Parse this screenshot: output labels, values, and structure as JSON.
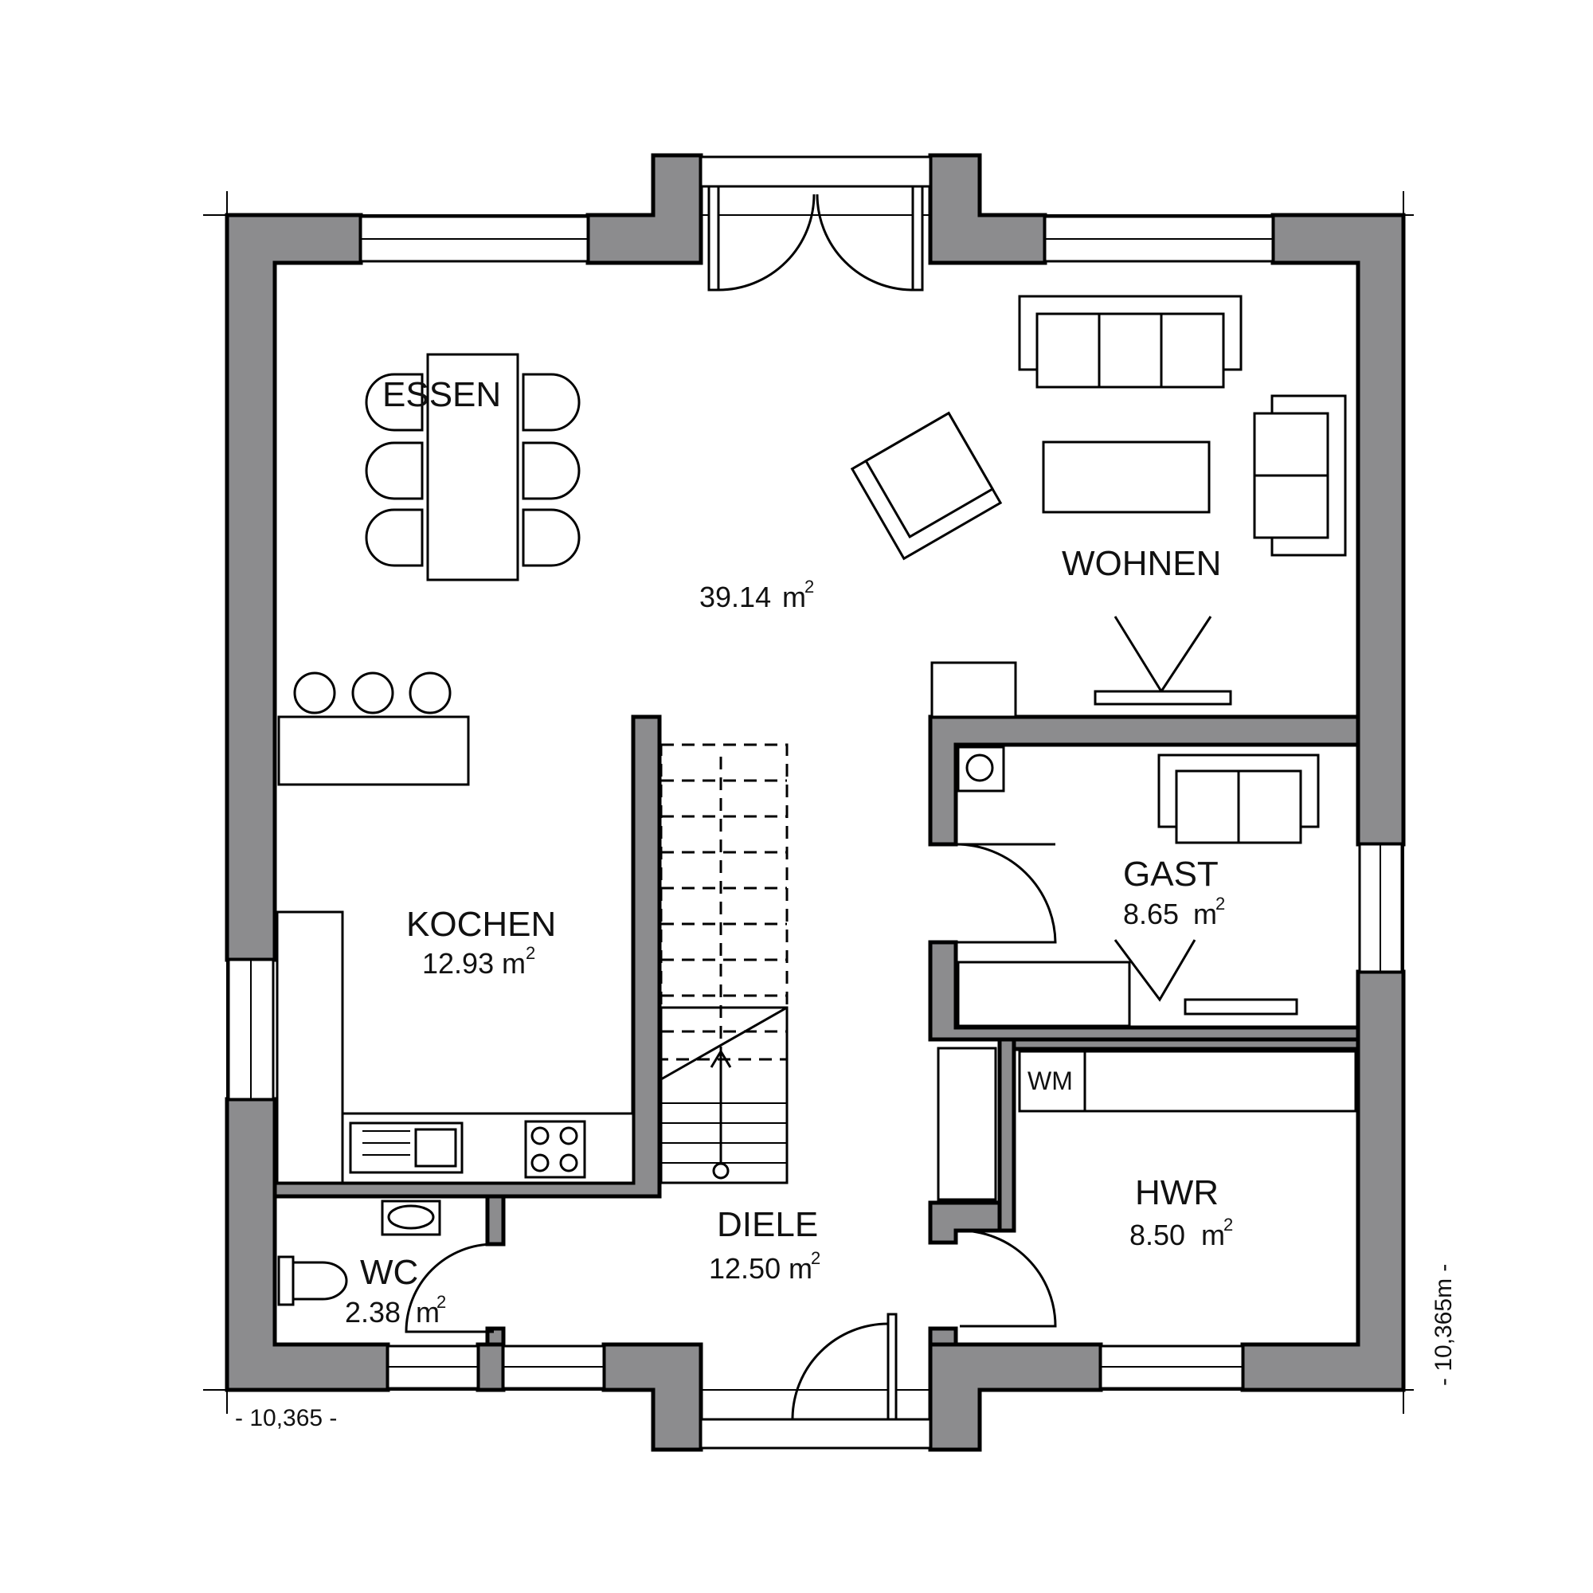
{
  "rooms": {
    "essen": {
      "name": "ESSEN"
    },
    "wohnen": {
      "name": "WOHNEN",
      "area": "39.14",
      "unit": "m",
      "unit_sup": "2"
    },
    "kochen": {
      "name": "KOCHEN",
      "area": "12.93",
      "unit": "m",
      "unit_sup": "2"
    },
    "gast": {
      "name": "GAST",
      "area": "8.65",
      "unit": "m",
      "unit_sup": "2"
    },
    "wc": {
      "name": "WC",
      "area": "2.38",
      "unit": "m",
      "unit_sup": "2"
    },
    "diele": {
      "name": "DIELE",
      "area": "12.50",
      "unit": "m",
      "unit_sup": "2"
    },
    "hwr": {
      "name": "HWR",
      "area": "8.50",
      "unit": "m",
      "unit_sup": "2"
    }
  },
  "labels": {
    "wm": "WM"
  },
  "dimensions": {
    "horizontal": "-  10,365  -",
    "vertical": "-  10,365m  -"
  },
  "colors": {
    "wall": "#8c8c8e",
    "line": "#000000",
    "background": "#ffffff"
  }
}
